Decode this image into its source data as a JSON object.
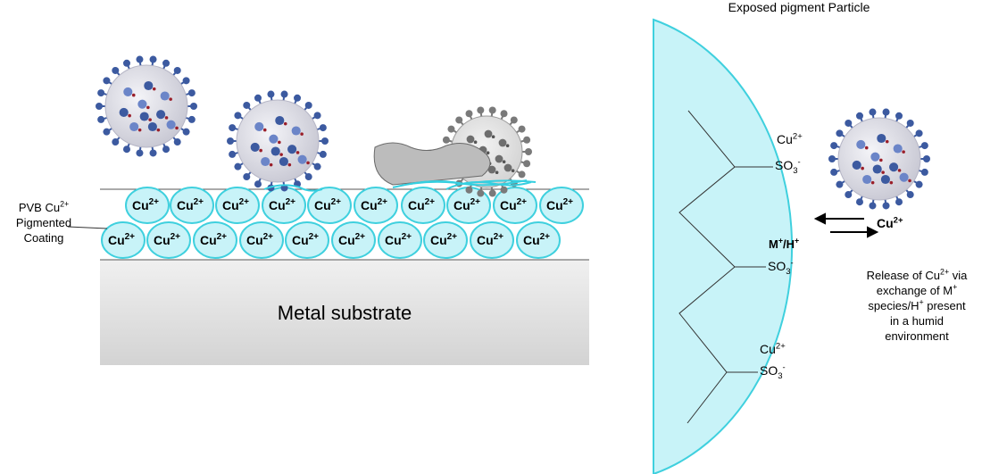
{
  "coating": {
    "label_prefix": "PVB Cu",
    "label_sup": "2+",
    "label_line2": "Pigmented",
    "label_line3": "Coating",
    "particle_label": "Cu",
    "particle_sup": "2+"
  },
  "substrate": {
    "label": "Metal substrate"
  },
  "particle": {
    "title": "Exposed pigment Particle",
    "sites": [
      {
        "cation": "Cu",
        "cation_sup": "2+",
        "anion": "SO",
        "anion_sub": "3",
        "anion_sup": "-",
        "bold": false
      },
      {
        "cation": "M",
        "cation_sup": "+",
        "slash": "/H",
        "slash_sup": "+",
        "anion": "SO",
        "anion_sub": "3",
        "anion_sup": "-",
        "bold": true
      },
      {
        "cation": "Cu",
        "cation_sup": "2+",
        "anion": "SO",
        "anion_sub": "3",
        "anion_sup": "-",
        "bold": false
      }
    ],
    "released_ion": "Cu",
    "released_ion_sup": "2+"
  },
  "release_note": {
    "line1_pre": "Release of Cu",
    "line1_sup": "2+",
    "line1_post": " via",
    "line2_pre": "exchange of M",
    "line2_sup": "+",
    "line3_pre": "species/H",
    "line3_sup": "+",
    "line3_post": " present",
    "line4": "in a humid",
    "line5": "environment"
  },
  "colors": {
    "particle_fill": "#c8f3f8",
    "particle_stroke": "#3fd0de",
    "substrate_top": "#ececec",
    "substrate_bottom": "#d4d4d4",
    "virus_body": "#e3e3ec",
    "virus_spike": "#3c5aa0",
    "virus_spike_light": "#6b85c8",
    "virus_dot": "#9a1f2a",
    "damaged_virus": "#7a7a7a"
  }
}
